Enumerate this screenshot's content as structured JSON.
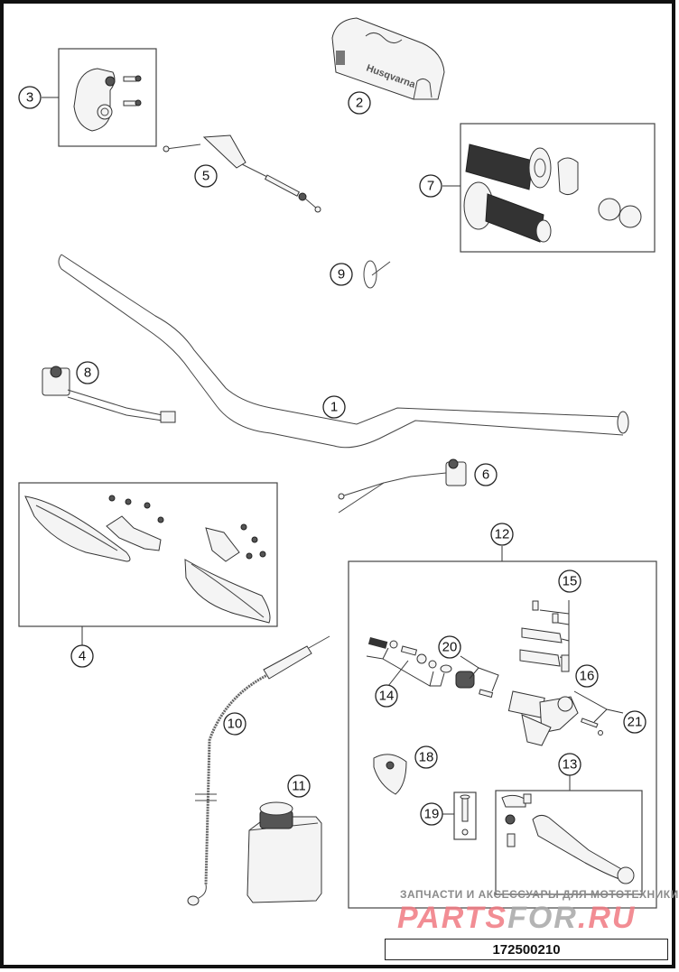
{
  "diagram": {
    "title": "Handlebar, controls exploded parts diagram",
    "part_number": "172500210",
    "callouts": [
      {
        "id": "1",
        "label": "1",
        "part": "handlebar"
      },
      {
        "id": "2",
        "label": "2",
        "part": "handlebar-pad"
      },
      {
        "id": "3",
        "label": "3",
        "part": "handlebar-clamp"
      },
      {
        "id": "4",
        "label": "4",
        "part": "handguard-kit"
      },
      {
        "id": "5",
        "label": "5",
        "part": "throttle-cable"
      },
      {
        "id": "6",
        "label": "6",
        "part": "switch-right"
      },
      {
        "id": "7",
        "label": "7",
        "part": "grip-set"
      },
      {
        "id": "8",
        "label": "8",
        "part": "switch-left"
      },
      {
        "id": "9",
        "label": "9",
        "part": "cable-tie"
      },
      {
        "id": "10",
        "label": "10",
        "part": "clutch-line"
      },
      {
        "id": "11",
        "label": "11",
        "part": "hydraulic-oil"
      },
      {
        "id": "12",
        "label": "12",
        "part": "clutch-master-cylinder"
      },
      {
        "id": "13",
        "label": "13",
        "part": "clutch-lever"
      },
      {
        "id": "14",
        "label": "14",
        "part": "piston-repair-kit"
      },
      {
        "id": "15",
        "label": "15",
        "part": "reservoir-cover-kit"
      },
      {
        "id": "16",
        "label": "16",
        "part": "bleed-screw"
      },
      {
        "id": "18",
        "label": "18",
        "part": "protection-cap"
      },
      {
        "id": "19",
        "label": "19",
        "part": "lever-bolt-kit"
      },
      {
        "id": "20",
        "label": "20",
        "part": "boot-kit"
      },
      {
        "id": "21",
        "label": "21",
        "part": "pin-kit"
      }
    ],
    "brand_on_pad": "Husqvarna"
  },
  "watermark": {
    "tagline": "ЗАПЧАСТИ И АКСЕССУАРЫ ДЛЯ МОТОТЕХНИКИ",
    "brand_left": "PARTS",
    "brand_mid": "FOR",
    "brand_right": ".RU",
    "brand_color": "#f07a82"
  }
}
